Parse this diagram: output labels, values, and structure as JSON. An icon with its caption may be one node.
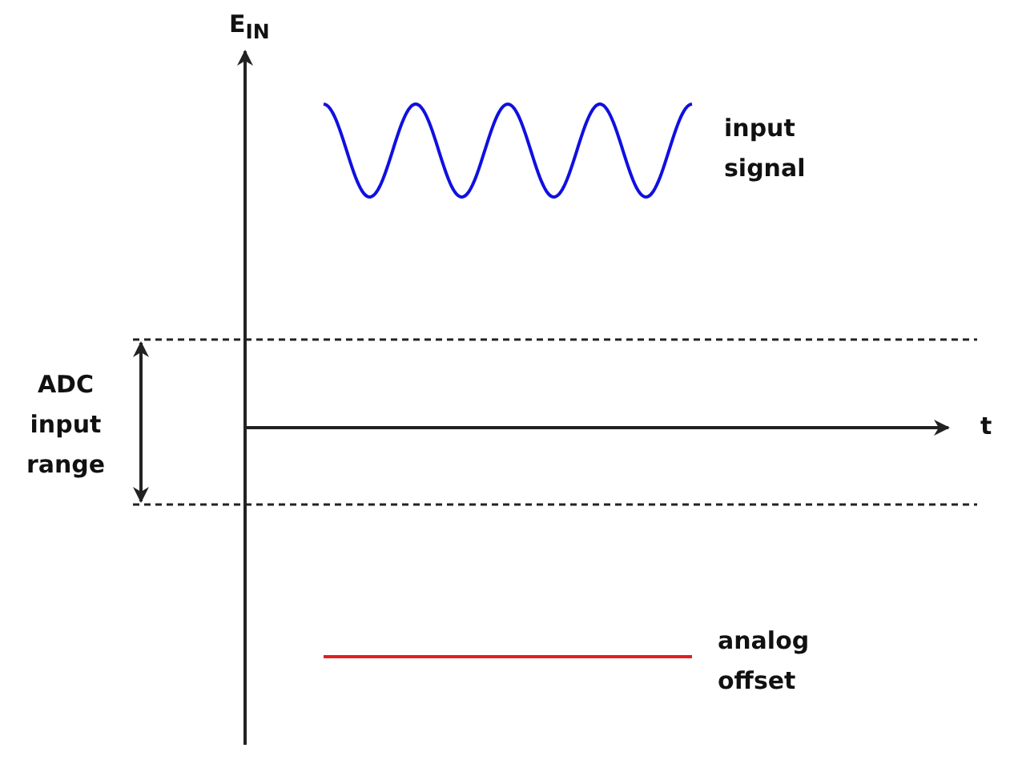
{
  "diagram": {
    "labels": [
      "E$_{IN}$",
      "t",
      "input signal",
      "ADC input range",
      "analog offset"
    ]
  }
}
